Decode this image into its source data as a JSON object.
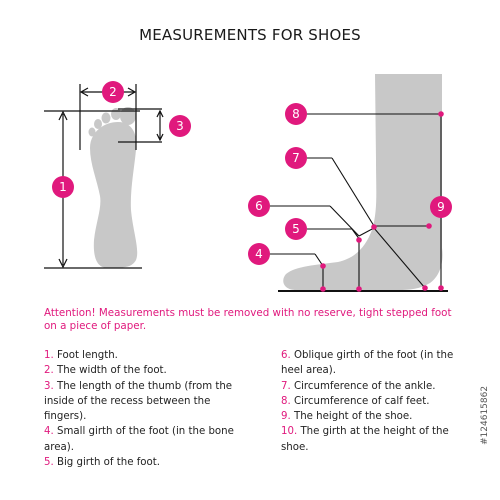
{
  "title": "MEASUREMENTS FOR SHOES",
  "colors": {
    "accent": "#e0197d",
    "silhouette": "#c8c8c8",
    "line": "#111111",
    "text": "#222222"
  },
  "badges": [
    "1",
    "2",
    "3",
    "4",
    "5",
    "6",
    "7",
    "8",
    "9"
  ],
  "attention": "Attention! Measurements must be removed with no reserve, tight stepped foot on a piece of paper.",
  "list_left": [
    {
      "num": "1.",
      "text": "Foot length."
    },
    {
      "num": "2.",
      "text": "The width of the foot."
    },
    {
      "num": "3.",
      "text": "The length of the thumb (from the inside of the recess between the fingers)."
    },
    {
      "num": "4.",
      "text": "Small girth of the foot (in the bone area)."
    },
    {
      "num": "5.",
      "text": "Big girth of the foot."
    }
  ],
  "list_right": [
    {
      "num": "6.",
      "text": "Oblique girth of the foot (in the heel area)."
    },
    {
      "num": "7.",
      "text": "Circumference of the ankle."
    },
    {
      "num": "8.",
      "text": "Circumference of calf feet."
    },
    {
      "num": "9.",
      "text": "The height of the shoe."
    },
    {
      "num": "10.",
      "text": "The girth at the height of the shoe."
    }
  ],
  "watermark": "#124615862"
}
